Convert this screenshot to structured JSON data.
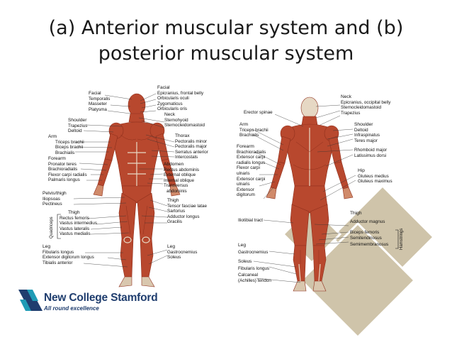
{
  "title": {
    "line1": "(a) Anterior muscular system and (b)",
    "line2": "posterior muscular system"
  },
  "anterior": {
    "top_right_labels": [
      "Facial",
      "Epicranius, frontal belly",
      "Orbicularis oculi",
      "Zygomaticus",
      "Orbicularis oris",
      "Neck",
      "Sternohyoid",
      "Sternocleidomastoid"
    ],
    "facial_left": [
      "Facial",
      "Temporalis",
      "Masseter",
      "Platysma"
    ],
    "shoulder_left": [
      "Shoulder",
      "Trapezius",
      "Deltoid"
    ],
    "arm_left": [
      "Arm",
      "Triceps brachii",
      "Biceps brachii",
      "Brachialis"
    ],
    "forearm_left": [
      "Forearm",
      "Pronator teres",
      "Brachioradialis",
      "Flexor carpi radialis",
      "Palmaris longus"
    ],
    "thorax_right": [
      "Thorax",
      "Pectoralis minor",
      "Pectoralis major",
      "Serratus anterior",
      "Intercostals"
    ],
    "abdomen_right": [
      "Abdomen",
      "Rectus abdominis",
      "External oblique",
      "Internal oblique",
      "Transversus",
      "abdominis"
    ],
    "pelvis_left": [
      "Pelvis/thigh",
      "Iliopsoas",
      "Pectineus"
    ],
    "thigh_left": [
      "Thigh",
      "Rectus femoris",
      "Vastus intermedius",
      "Vastus lateralis",
      "Vastus medialis"
    ],
    "quadriceps": "Quadriceps",
    "thigh_right": [
      "Thigh",
      "Tensor fasciae latae",
      "Sartorius",
      "Adductor longus",
      "Gracilis"
    ],
    "leg_left": [
      "Leg",
      "Fibularis longus",
      "Extensor digitorum longus",
      "Tibialis anterior"
    ],
    "leg_right": [
      "Leg",
      "Gastrocnemius",
      "Soleus"
    ]
  },
  "posterior": {
    "neck_right": [
      "Neck",
      "Epicranius, occipital belly",
      "Sternocleidomastoid",
      "Trapezius"
    ],
    "erector": "Erector spinae",
    "arm_left": [
      "Arm",
      "Triceps brachii",
      "Brachialis"
    ],
    "forearm_left": [
      "Forearm",
      "Brachioradialis",
      "Extensor carpi",
      "radialis longus",
      "Flexor carpi",
      "ulnaris",
      "Extensor carpi",
      "ulnaris",
      "Extensor",
      "digitorum"
    ],
    "shoulder_right": [
      "Shoulder",
      "Deltoid",
      "Infraspinatus",
      "Teres major",
      "Rhomboid major",
      "Latissimus dorsi"
    ],
    "hip_right": [
      "Hip",
      "Gluteus medius",
      "Gluteus maximus"
    ],
    "iliotibial": "Iliotibial tract",
    "thigh_right": [
      "Thigh",
      "Adductor magnus"
    ],
    "hamstrings_right": [
      "Biceps femoris",
      "Semitendinosus",
      "Semimembranosus"
    ],
    "hamstrings": "Hamstrings",
    "leg_left": [
      "Leg",
      "Gastrocnemius"
    ],
    "lower_left": [
      "Soleus",
      "Fibularis longus",
      "Calcaneal",
      "(Achilles) tendon"
    ]
  },
  "logo": {
    "name": "New College Stamford",
    "tagline": "All round excellence"
  },
  "colors": {
    "muscle": "#b8482e",
    "muscle_dark": "#8f2f1c",
    "tendon": "#e8d9c4",
    "diamond_fill": "#cfc4aa",
    "diamond_stroke": "#ffffff",
    "logo_blue": "#1f3d6e",
    "logo_teal": "#1f9bb5"
  }
}
